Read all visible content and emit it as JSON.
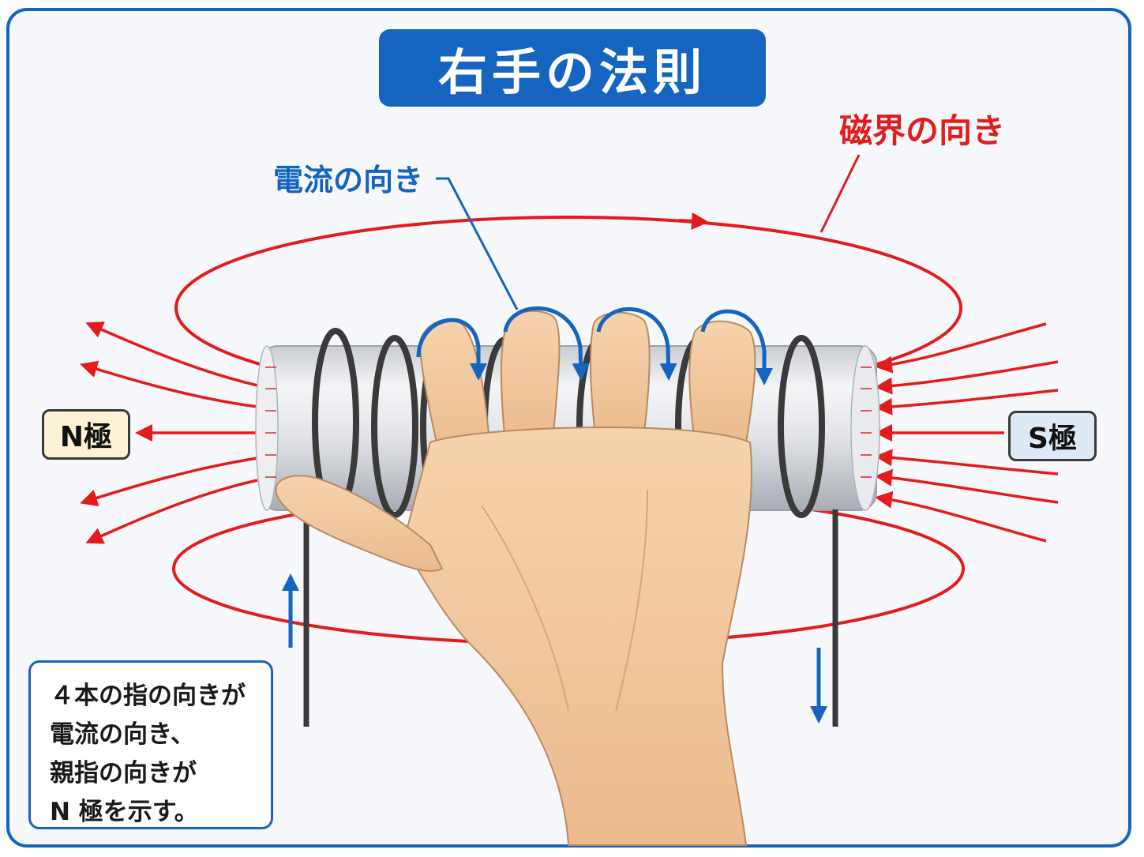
{
  "title": "右手の法則",
  "labels": {
    "current_direction": "電流の向き",
    "field_direction": "磁界の向き",
    "n_pole": "N極",
    "s_pole": "S極"
  },
  "note_lines": [
    "４本の指の向きが",
    "電流の向き、",
    "親指の向きが",
    "N 極を示す。"
  ],
  "colors": {
    "accent_blue": "#1565c0",
    "field_red": "#e31b1b",
    "n_pole_fill": "#fdf2d6",
    "s_pole_fill": "#dde9f7",
    "skin": "#f2c9a0"
  }
}
